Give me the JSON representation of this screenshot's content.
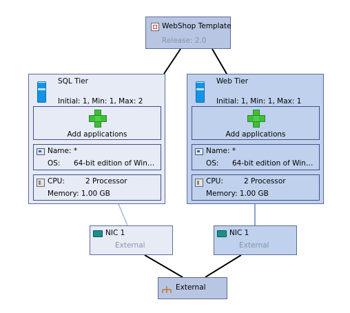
{
  "template": {
    "title": "WebShop Template",
    "release": "Release: 2.0"
  },
  "tiers": [
    {
      "name": "SQL Tier",
      "counts": "Initial: 1, Min: 1, Max: 2",
      "add_label": "Add applications",
      "name_row": "Name: *",
      "os_label": "OS:",
      "os_value": "64-bit edition of Windo...",
      "cpu_label": "CPU:",
      "cpu_value": "2 Processor",
      "memory": "Memory: 1.00 GB"
    },
    {
      "name": "Web Tier",
      "counts": "Initial: 1, Min: 1, Max: 1",
      "add_label": "Add applications",
      "name_row": "Name: *",
      "os_label": "OS:",
      "os_value": "64-bit edition of Windo...",
      "cpu_label": "CPU:",
      "cpu_value": "2 Processor",
      "memory": "Memory: 1.00 GB"
    }
  ],
  "nics": [
    {
      "name": "NIC 1",
      "network": "External"
    },
    {
      "name": "NIC 1",
      "network": "External"
    }
  ],
  "network": {
    "name": "External"
  },
  "colors": {
    "selected_fill": "#bfd1ec",
    "unselected_fill": "#e6ebf6",
    "header_fill": "#b8c6e3",
    "connector": "#000000",
    "nic_link_sql": "#a7b6d2",
    "nic_link_web": "#5f86b8"
  },
  "icons": [
    "template-icon",
    "server-icon",
    "add-applications-icon",
    "os-profile-icon",
    "hardware-profile-icon",
    "network-adapter-icon",
    "logical-network-icon"
  ]
}
